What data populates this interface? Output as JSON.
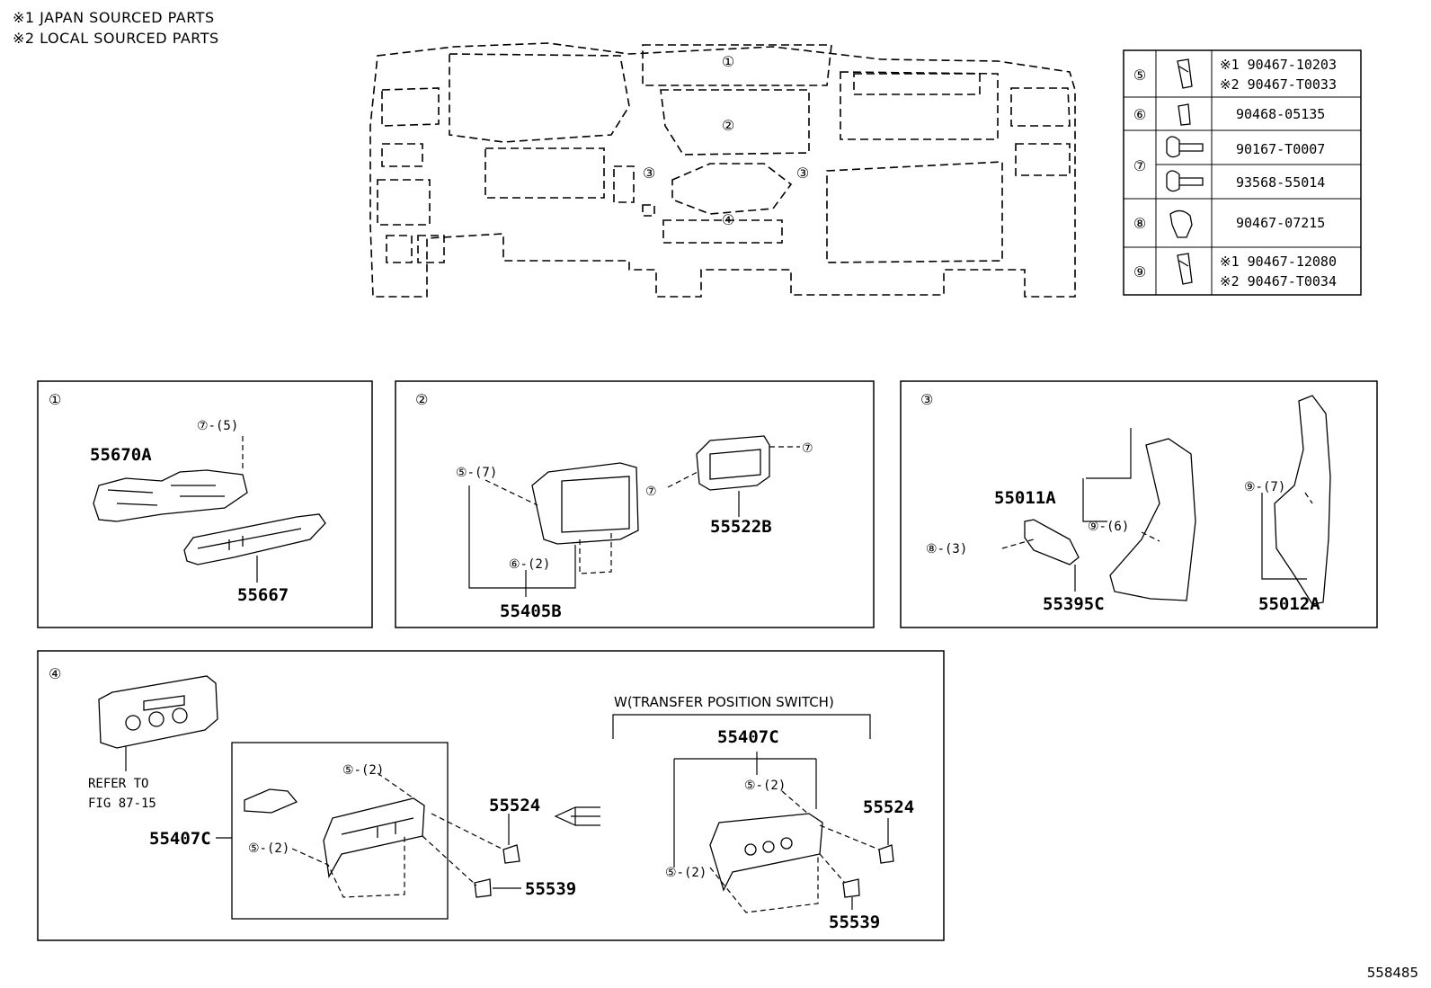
{
  "notes": [
    "※1  JAPAN SOURCED PARTS",
    "※2  LOCAL SOURCED PARTS"
  ],
  "overview_labels": [
    "①",
    "②",
    "③",
    "③",
    "④"
  ],
  "legend": [
    {
      "ref": "⑤",
      "lines": [
        "※1 90467-10203",
        "※2 90467-T0033"
      ]
    },
    {
      "ref": "⑥",
      "lines": [
        "90468-05135"
      ]
    },
    {
      "ref": "⑦",
      "lines": [
        "90167-T0007",
        "93568-55014"
      ]
    },
    {
      "ref": "⑧",
      "lines": [
        "90467-07215"
      ]
    },
    {
      "ref": "⑨",
      "lines": [
        "※1 90467-12080",
        "※2 90467-T0034"
      ]
    }
  ],
  "panel1": {
    "title": "①",
    "parts": [
      "55670A",
      "55667"
    ],
    "callout": "⑦-(5)"
  },
  "panel2": {
    "title": "②",
    "parts": [
      "55405B",
      "55522B"
    ],
    "callouts": [
      "⑤-(7)",
      "⑥-(2)",
      "⑦",
      "⑦"
    ]
  },
  "panel3": {
    "title": "③",
    "parts": [
      "55011A",
      "55395C",
      "55012A"
    ],
    "callouts": [
      "⑨-(6)",
      "⑧-(3)",
      "⑨-(7)"
    ]
  },
  "panel4": {
    "title": "④",
    "refer": [
      "REFER TO",
      "FIG 87-15"
    ],
    "variant_label": "W(TRANSFER POSITION SWITCH)",
    "parts_left": [
      "55407C",
      "55524",
      "55539"
    ],
    "parts_right": [
      "55407C",
      "55524",
      "55539"
    ],
    "callouts_left": [
      "⑤-(2)",
      "⑤-(2)"
    ],
    "callouts_right": [
      "⑤-(2)",
      "⑤-(2)"
    ]
  },
  "diagram_id": "558485"
}
